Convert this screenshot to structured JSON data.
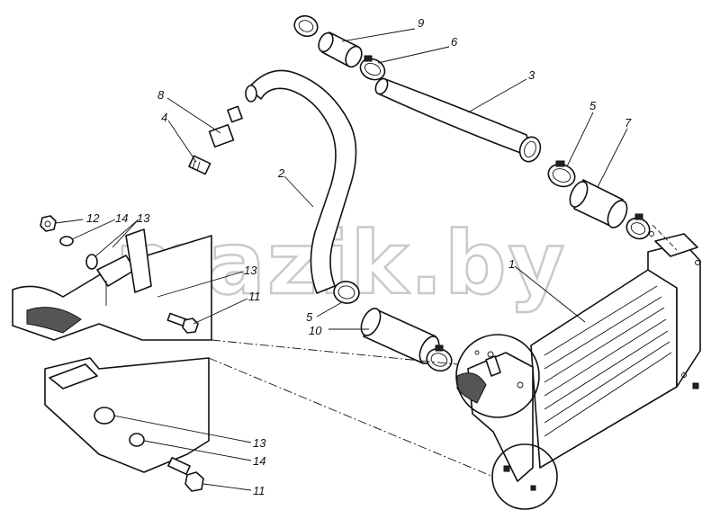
{
  "watermark": "mazik.by",
  "callouts": {
    "c1": "1",
    "c2": "2",
    "c3": "3",
    "c4": "4",
    "c5a": "5",
    "c5b": "5",
    "c6": "6",
    "c7": "7",
    "c8": "8",
    "c9": "9",
    "c10": "10",
    "c11a": "11",
    "c11b": "11",
    "c12": "12",
    "c13a": "13",
    "c13b": "13",
    "c13c": "13",
    "c14a": "14",
    "c14b": "14"
  }
}
